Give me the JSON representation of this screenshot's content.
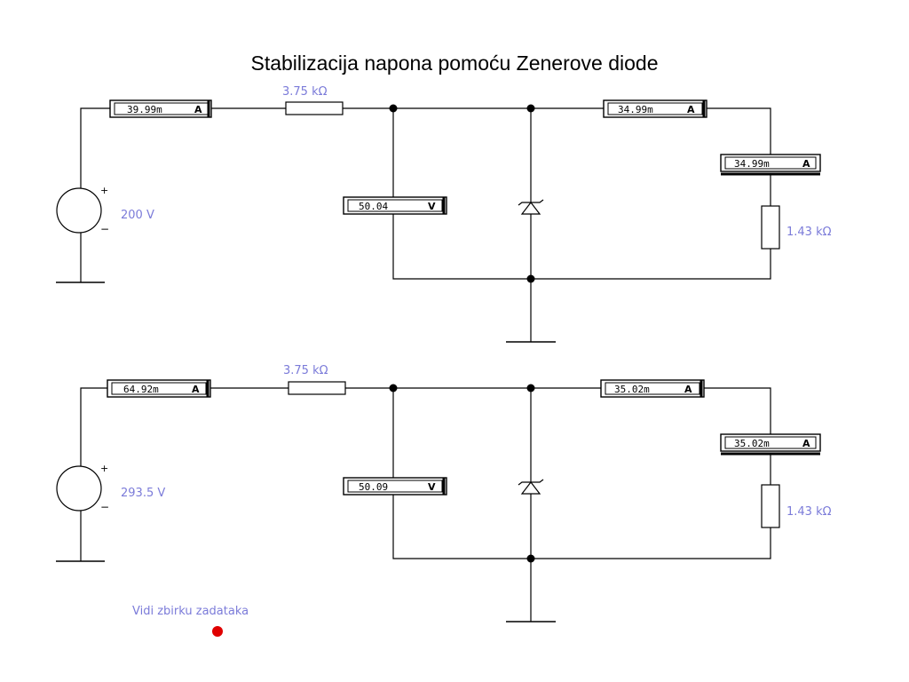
{
  "title": "Stabilizacija napona pomoću Zenerove diode",
  "colors": {
    "label": "#7b7bd9",
    "wire": "#000000",
    "link_dot": "#e00000"
  },
  "circuits": [
    {
      "source_voltage": "200 V",
      "series_resistor": "3.75 kΩ",
      "load_resistor": "1.43 kΩ",
      "ammeter_total": {
        "value": "39.99m",
        "unit": "A"
      },
      "voltmeter": {
        "value": "50.04",
        "unit": "V"
      },
      "ammeter_top_right": {
        "value": "34.99m",
        "unit": "A"
      },
      "ammeter_load": {
        "value": "34.99m",
        "unit": "A"
      }
    },
    {
      "source_voltage": "293.5 V",
      "series_resistor": "3.75 kΩ",
      "load_resistor": "1.43 kΩ",
      "ammeter_total": {
        "value": "64.92m",
        "unit": "A"
      },
      "voltmeter": {
        "value": "50.09",
        "unit": "V"
      },
      "ammeter_top_right": {
        "value": "35.02m",
        "unit": "A"
      },
      "ammeter_load": {
        "value": "35.02m",
        "unit": "A"
      }
    }
  ],
  "link": {
    "label": "Vidi zbirku zadataka"
  }
}
